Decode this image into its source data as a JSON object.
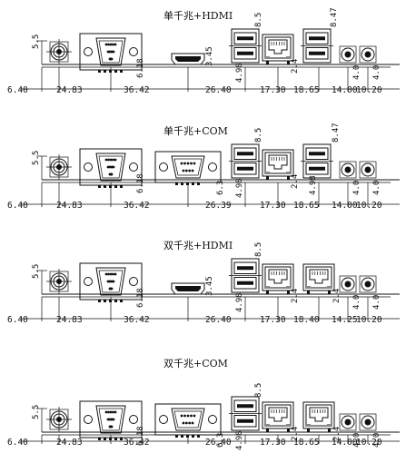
{
  "panels": [
    {
      "title": "单千兆+HDMI",
      "bottom_dims": [
        "6.40",
        "24.83",
        "36.42",
        "26.40",
        "17.30",
        "18.65",
        "14.00",
        "10.20"
      ],
      "vert_dims": [
        "5.5",
        "6.18",
        "3.45",
        "4.98",
        "2.4",
        "8.5",
        "8.47",
        "4.0",
        "4.0"
      ],
      "connectors": [
        "nut",
        "vga",
        "hdmi",
        "usb",
        "rj45",
        "usb",
        "audio",
        "audio"
      ]
    },
    {
      "title": "单千兆+COM",
      "bottom_dims": [
        "6.40",
        "24.83",
        "36.42",
        "26.39",
        "17.30",
        "18.65",
        "14.00",
        "10.20"
      ],
      "vert_dims": [
        "5.5",
        "6.18",
        "6.3",
        "4.98",
        "2.4",
        "8.5",
        "4.98",
        "8.47",
        "4.0",
        "4.0"
      ],
      "connectors": [
        "nut",
        "vga",
        "com",
        "usb",
        "rj45",
        "usb",
        "audio",
        "audio"
      ]
    },
    {
      "title": "双千兆+HDMI",
      "bottom_dims": [
        "6.40",
        "24.83",
        "36.42",
        "26.40",
        "17.30",
        "18.40",
        "14.25",
        "10.20"
      ],
      "vert_dims": [
        "5.5",
        "6.18",
        "3.45",
        "4.98",
        "8.5",
        "2.4",
        "2.4",
        "4.0",
        "4.0"
      ],
      "connectors": [
        "nut",
        "vga",
        "hdmi",
        "usb",
        "rj45",
        "rj45",
        "audio",
        "audio"
      ]
    },
    {
      "title": "双千兆+COM",
      "bottom_dims": [
        "6.40",
        "24.83",
        "36.42",
        "26.40",
        "17.30",
        "18.65",
        "14.00",
        "10.20"
      ],
      "vert_dims": [
        "5.5",
        "6.18",
        "6.3",
        "4.98",
        "8.5",
        "2.4",
        "2.4",
        "4.0",
        "4.0"
      ],
      "connectors": [
        "nut",
        "vga",
        "com",
        "usb",
        "rj45",
        "rj45",
        "audio",
        "audio"
      ]
    }
  ]
}
